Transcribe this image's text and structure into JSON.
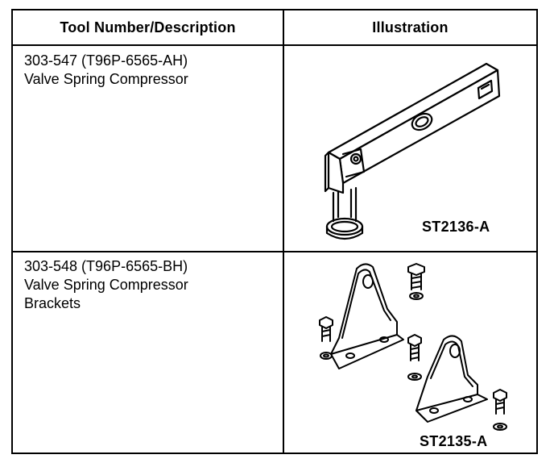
{
  "header": {
    "col1": "Tool Number/Description",
    "col2": "Illustration"
  },
  "rows": [
    {
      "tool_number": "303-547 (T96P-6565-AH)",
      "description_lines": [
        "Valve Spring Compressor"
      ],
      "figure_code": "ST2136-A",
      "illustration_icon": "valve-spring-compressor-icon"
    },
    {
      "tool_number": "303-548 (T96P-6565-BH)",
      "description_lines": [
        "Valve Spring Compressor",
        "Brackets"
      ],
      "figure_code": "ST2135-A",
      "illustration_icon": "compressor-brackets-icon"
    }
  ]
}
